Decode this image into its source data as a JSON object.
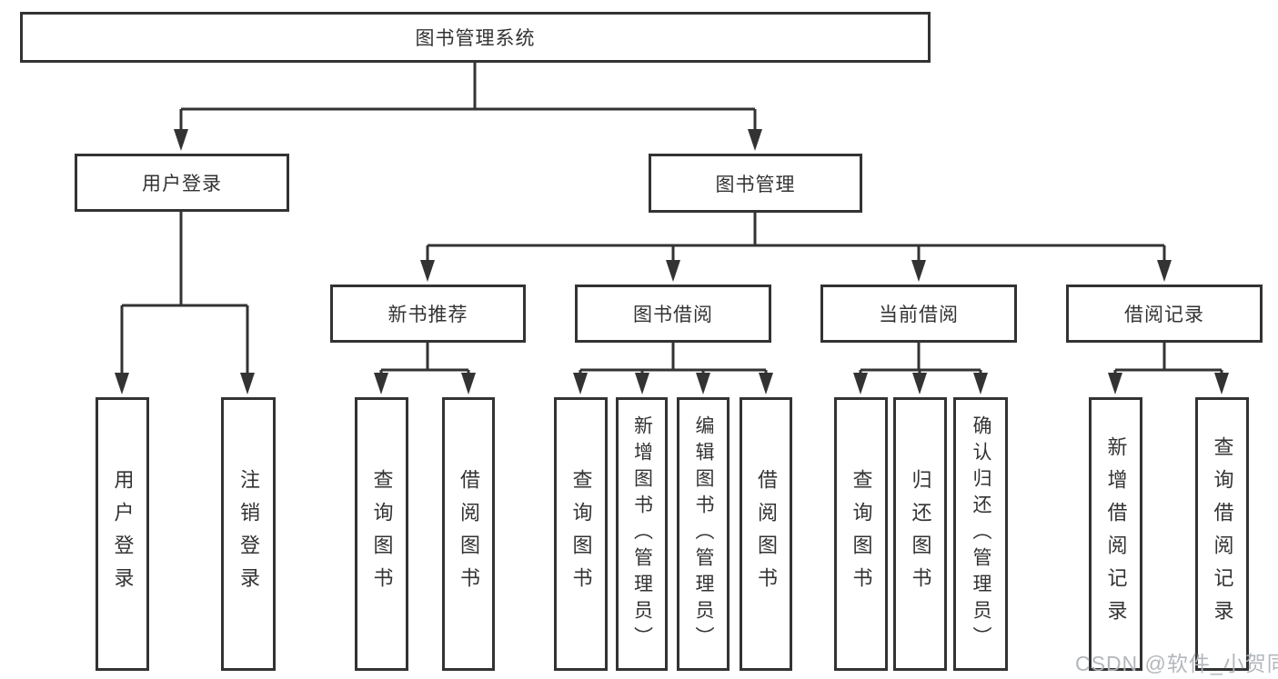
{
  "tree": {
    "root": {
      "label": "图书管理系统"
    },
    "branches": [
      {
        "label": "用户登录",
        "children": [
          {
            "label": "用户登录"
          },
          {
            "label": "注销登录"
          }
        ]
      },
      {
        "label": "图书管理",
        "children": [
          {
            "label": "新书推荐",
            "children": [
              {
                "label": "查询图书"
              },
              {
                "label": "借阅图书"
              }
            ]
          },
          {
            "label": "图书借阅",
            "children": [
              {
                "label": "查询图书"
              },
              {
                "label": "新增图书（管理员）"
              },
              {
                "label": "编辑图书（管理员）"
              },
              {
                "label": "借阅图书"
              }
            ]
          },
          {
            "label": "当前借阅",
            "children": [
              {
                "label": "查询图书"
              },
              {
                "label": "归还图书"
              },
              {
                "label": "确认归还（管理员）"
              }
            ]
          },
          {
            "label": "借阅记录",
            "children": [
              {
                "label": "新增借阅记录"
              },
              {
                "label": "查询借阅记录"
              }
            ]
          }
        ]
      }
    ]
  },
  "watermark": "CSDN @软件_小贺同学",
  "colors": {
    "line": "#333333",
    "text": "#333333",
    "watermark": "#afb3b8",
    "background": "#ffffff"
  }
}
